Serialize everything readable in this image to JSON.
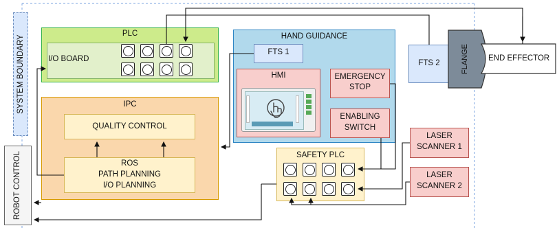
{
  "labels": {
    "system_boundary": "SYSTEM BOUNDARY",
    "robot_control": "ROBOT CONTROL",
    "plc": "PLC",
    "io_board": "I/O BOARD",
    "hand_guidance": "HAND GUIDANCE",
    "fts1": "FTS 1",
    "hmi": "HMI",
    "emergency_stop_line1": "EMERGENCY",
    "emergency_stop_line2": "STOP",
    "enabling_switch_line1": "ENABLING",
    "enabling_switch_line2": "SWITCH",
    "ipc": "IPC",
    "quality_control": "QUALITY CONTROL",
    "ros_line1": "ROS",
    "ros_line2": "PATH PLANNING",
    "ros_line3": "I/O PLANNING",
    "safety_plc": "SAFETY PLC",
    "laser_scanner_1_line1": "LASER",
    "laser_scanner_1_line2": "SCANNER 1",
    "laser_scanner_2_line1": "LASER",
    "laser_scanner_2_line2": "SCANNER 2",
    "fts2": "FTS 2",
    "flange": "FLANGE",
    "end_effector": "END EFFECTOR"
  },
  "colors": {
    "plc_fill": "#cdeb8b",
    "plc_border": "#36b24a",
    "io_board_fill": "#e2f0cb",
    "hand_guidance_fill": "#b1d9ec",
    "hand_guidance_border": "#2f86c4",
    "fts_fill": "#dae8fc",
    "fts_border": "#6c8ebf",
    "hmi_fill": "#f8cecc",
    "hmi_border": "#b85450",
    "ipc_fill": "#fad7ac",
    "ipc_border": "#d79b00",
    "inner_fill": "#fff2cc",
    "inner_border": "#d6b656",
    "flange_fill": "#7d8b99",
    "system_boundary_fill": "#dae8fc",
    "boundary_line": "#7ea6e0"
  }
}
